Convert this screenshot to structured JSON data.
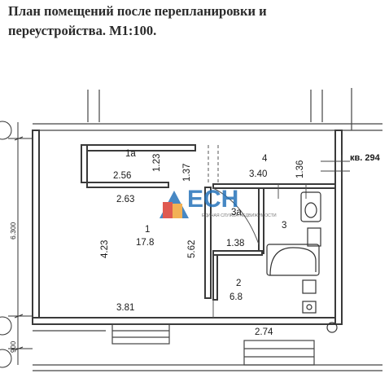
{
  "title": {
    "line1": "План помещений после перепланировки и",
    "line2": "переустройства. М1:100."
  },
  "apartment_label": "кв. 294",
  "watermark": {
    "letters": "ЕСН",
    "tagline": "ЕДИНАЯ СЛУЖБА НЕДВИЖИМОСТИ"
  },
  "rooms": [
    {
      "number": "1а",
      "area": "2.56"
    },
    {
      "number": "1",
      "area": "17.8"
    },
    {
      "number": "4",
      "area": "3.40"
    },
    {
      "number": "3а",
      "area": "1.38"
    },
    {
      "number": "3",
      "area": ""
    },
    {
      "number": "2",
      "area": "6.8"
    }
  ],
  "dimensions": {
    "d_1_23": "1.23",
    "d_1_37": "1.37",
    "d_1_36": "1.36",
    "d_2_63": "2.63",
    "d_4_23": "4.23",
    "d_5_62": "5.62",
    "d_3_81": "3.81",
    "d_2_74": "2.74",
    "d_6300": "6.300",
    "d_900": "900"
  },
  "colors": {
    "wall": "#3a3a3a",
    "logo_red": "#d9362b",
    "logo_blue": "#1f6fb8",
    "logo_orange": "#f0a030"
  }
}
